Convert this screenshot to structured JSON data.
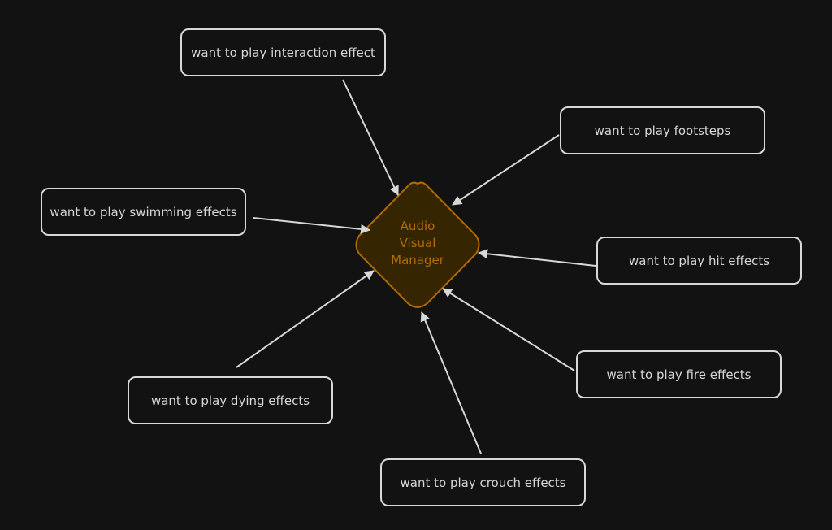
{
  "center": {
    "line1": "Audio",
    "line2": "Visual",
    "line3": "Manager",
    "fill": "#352500",
    "stroke": "#b06a00"
  },
  "nodes": [
    {
      "id": "interaction",
      "label": "want to play interaction effect"
    },
    {
      "id": "footsteps",
      "label": "want to play footsteps"
    },
    {
      "id": "swimming",
      "label": "want to play swimming effects"
    },
    {
      "id": "hit",
      "label": "want to play hit effects"
    },
    {
      "id": "fire",
      "label": "want to play fire effects"
    },
    {
      "id": "dying",
      "label": "want to play dying effects"
    },
    {
      "id": "crouch",
      "label": "want to play crouch effects"
    }
  ]
}
